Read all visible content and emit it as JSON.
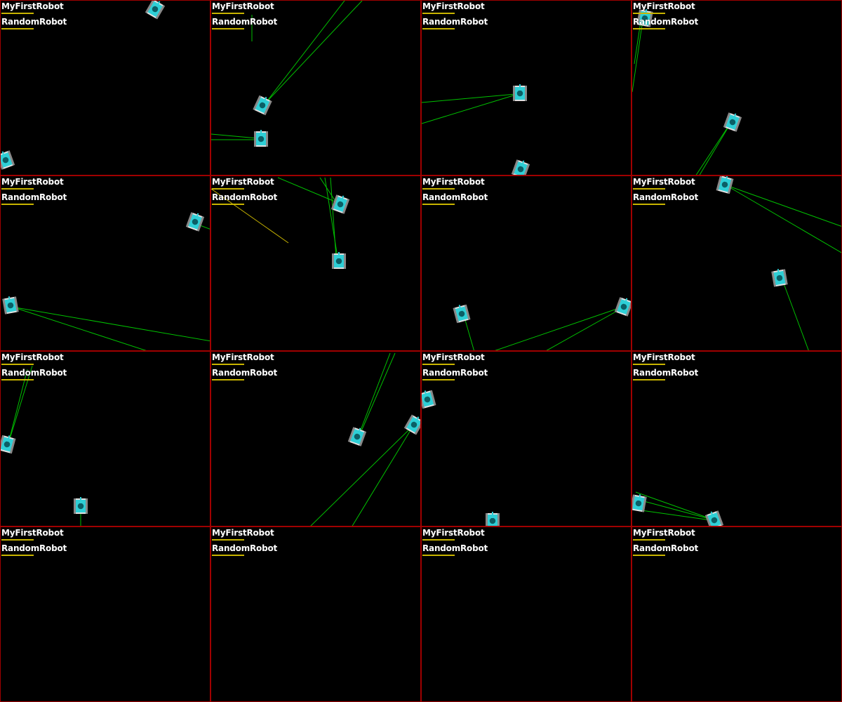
{
  "robots": {
    "first": "MyFirstRobot",
    "second": "RandomRobot"
  },
  "colors": {
    "background": "#000000",
    "border": "#a00000",
    "scan": "#00c000",
    "scan_alt": "#c8b400",
    "energy_bar": "#c8b400",
    "tank_body": "#2ecfd6",
    "tank_dark": "#0b5f66",
    "tank_edge": "#e0e0e0"
  },
  "battles": [
    {
      "id": 1
    },
    {
      "id": 2
    },
    {
      "id": 3
    },
    {
      "id": 4
    },
    {
      "id": 5
    },
    {
      "id": 6
    },
    {
      "id": 7
    },
    {
      "id": 8
    },
    {
      "id": 9
    },
    {
      "id": 10
    },
    {
      "id": 11
    },
    {
      "id": 12
    },
    {
      "id": 13
    },
    {
      "id": 14
    },
    {
      "id": 15
    },
    {
      "id": 16
    }
  ]
}
